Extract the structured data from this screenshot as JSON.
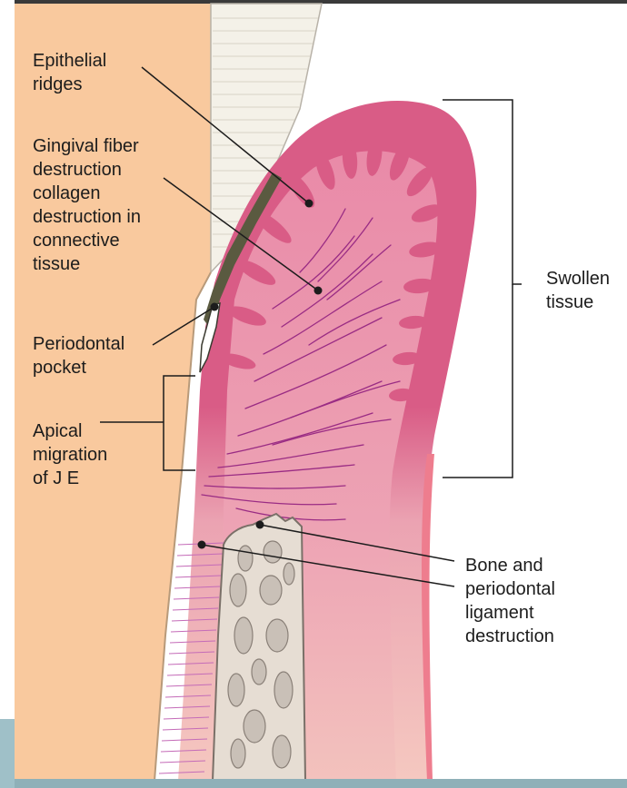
{
  "labels": {
    "epithelial_ridges": "Epithelial\nridges",
    "gingival_fiber": "Gingival fiber\ndestruction\ncollagen\ndestruction in\nconnective\ntissue",
    "periodontal_pocket": "Periodontal\npocket",
    "apical_migration": "Apical\nmigration\nof J E",
    "swollen_tissue": "Swollen\ntissue",
    "bone_destruction": "Bone and\nperiodontal\nligament\ndestruction"
  },
  "colors": {
    "tooth_root": "#f9c99e",
    "enamel": "#f4f1e8",
    "gingiva_inflamed": "#d95c86",
    "gingiva_light": "#e88aa6",
    "gingiva_lower": "#f3b9b2",
    "bone": "#e6ddd3",
    "bone_marrow": "#c9c0b7",
    "fibers": "#9a2c84",
    "plaque": "#5a5a40",
    "pdl": "#c46bb8"
  }
}
